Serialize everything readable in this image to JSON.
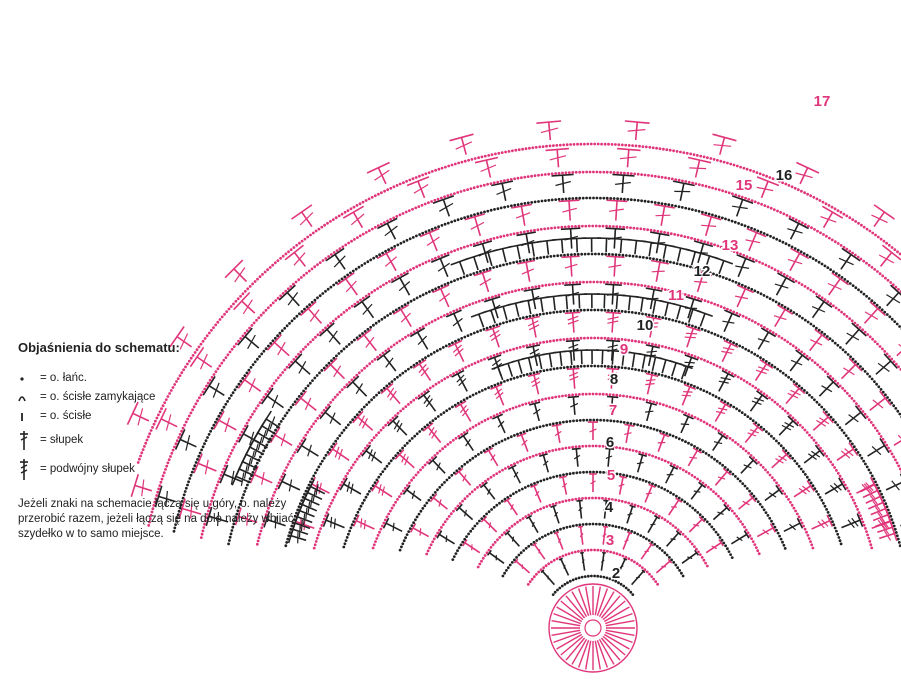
{
  "legend": {
    "title": "Objaśnienia do schematu:",
    "items": [
      {
        "symbol": "chain-dot-icon",
        "text": "= o. łańc."
      },
      {
        "symbol": "closing-slip-stitch-icon",
        "text": "= o. ścisłe zamykające"
      },
      {
        "symbol": "single-crochet-icon",
        "text": "= o. ścisłe"
      },
      {
        "symbol": "double-crochet-icon",
        "text": "= słupek"
      },
      {
        "symbol": "treble-crochet-icon",
        "text": "= podwójny słupek"
      }
    ],
    "note": "Jeżeli znaki na schemacie łączą się u góry, o. należy przerobić razem, jeżeli łączą się na dole należy wbijać szydełko w to samo miejsce."
  },
  "row_labels": [
    {
      "text": "2",
      "color": "#222222"
    },
    {
      "text": "3",
      "color": "#e0357a"
    },
    {
      "text": "4",
      "color": "#222222"
    },
    {
      "text": "5",
      "color": "#e0357a"
    },
    {
      "text": "6",
      "color": "#222222"
    },
    {
      "text": "7",
      "color": "#e0357a"
    },
    {
      "text": "8",
      "color": "#222222"
    },
    {
      "text": "9",
      "color": "#e0357a"
    },
    {
      "text": "10",
      "color": "#222222"
    },
    {
      "text": "11",
      "color": "#e0357a"
    },
    {
      "text": "12",
      "color": "#222222"
    },
    {
      "text": "13",
      "color": "#e0357a"
    },
    {
      "text": "15",
      "color": "#e0357a"
    },
    {
      "text": "16",
      "color": "#222222"
    },
    {
      "text": "17",
      "color": "#e0357a"
    }
  ],
  "colors": {
    "pink": "#e0357a",
    "black": "#222222"
  }
}
